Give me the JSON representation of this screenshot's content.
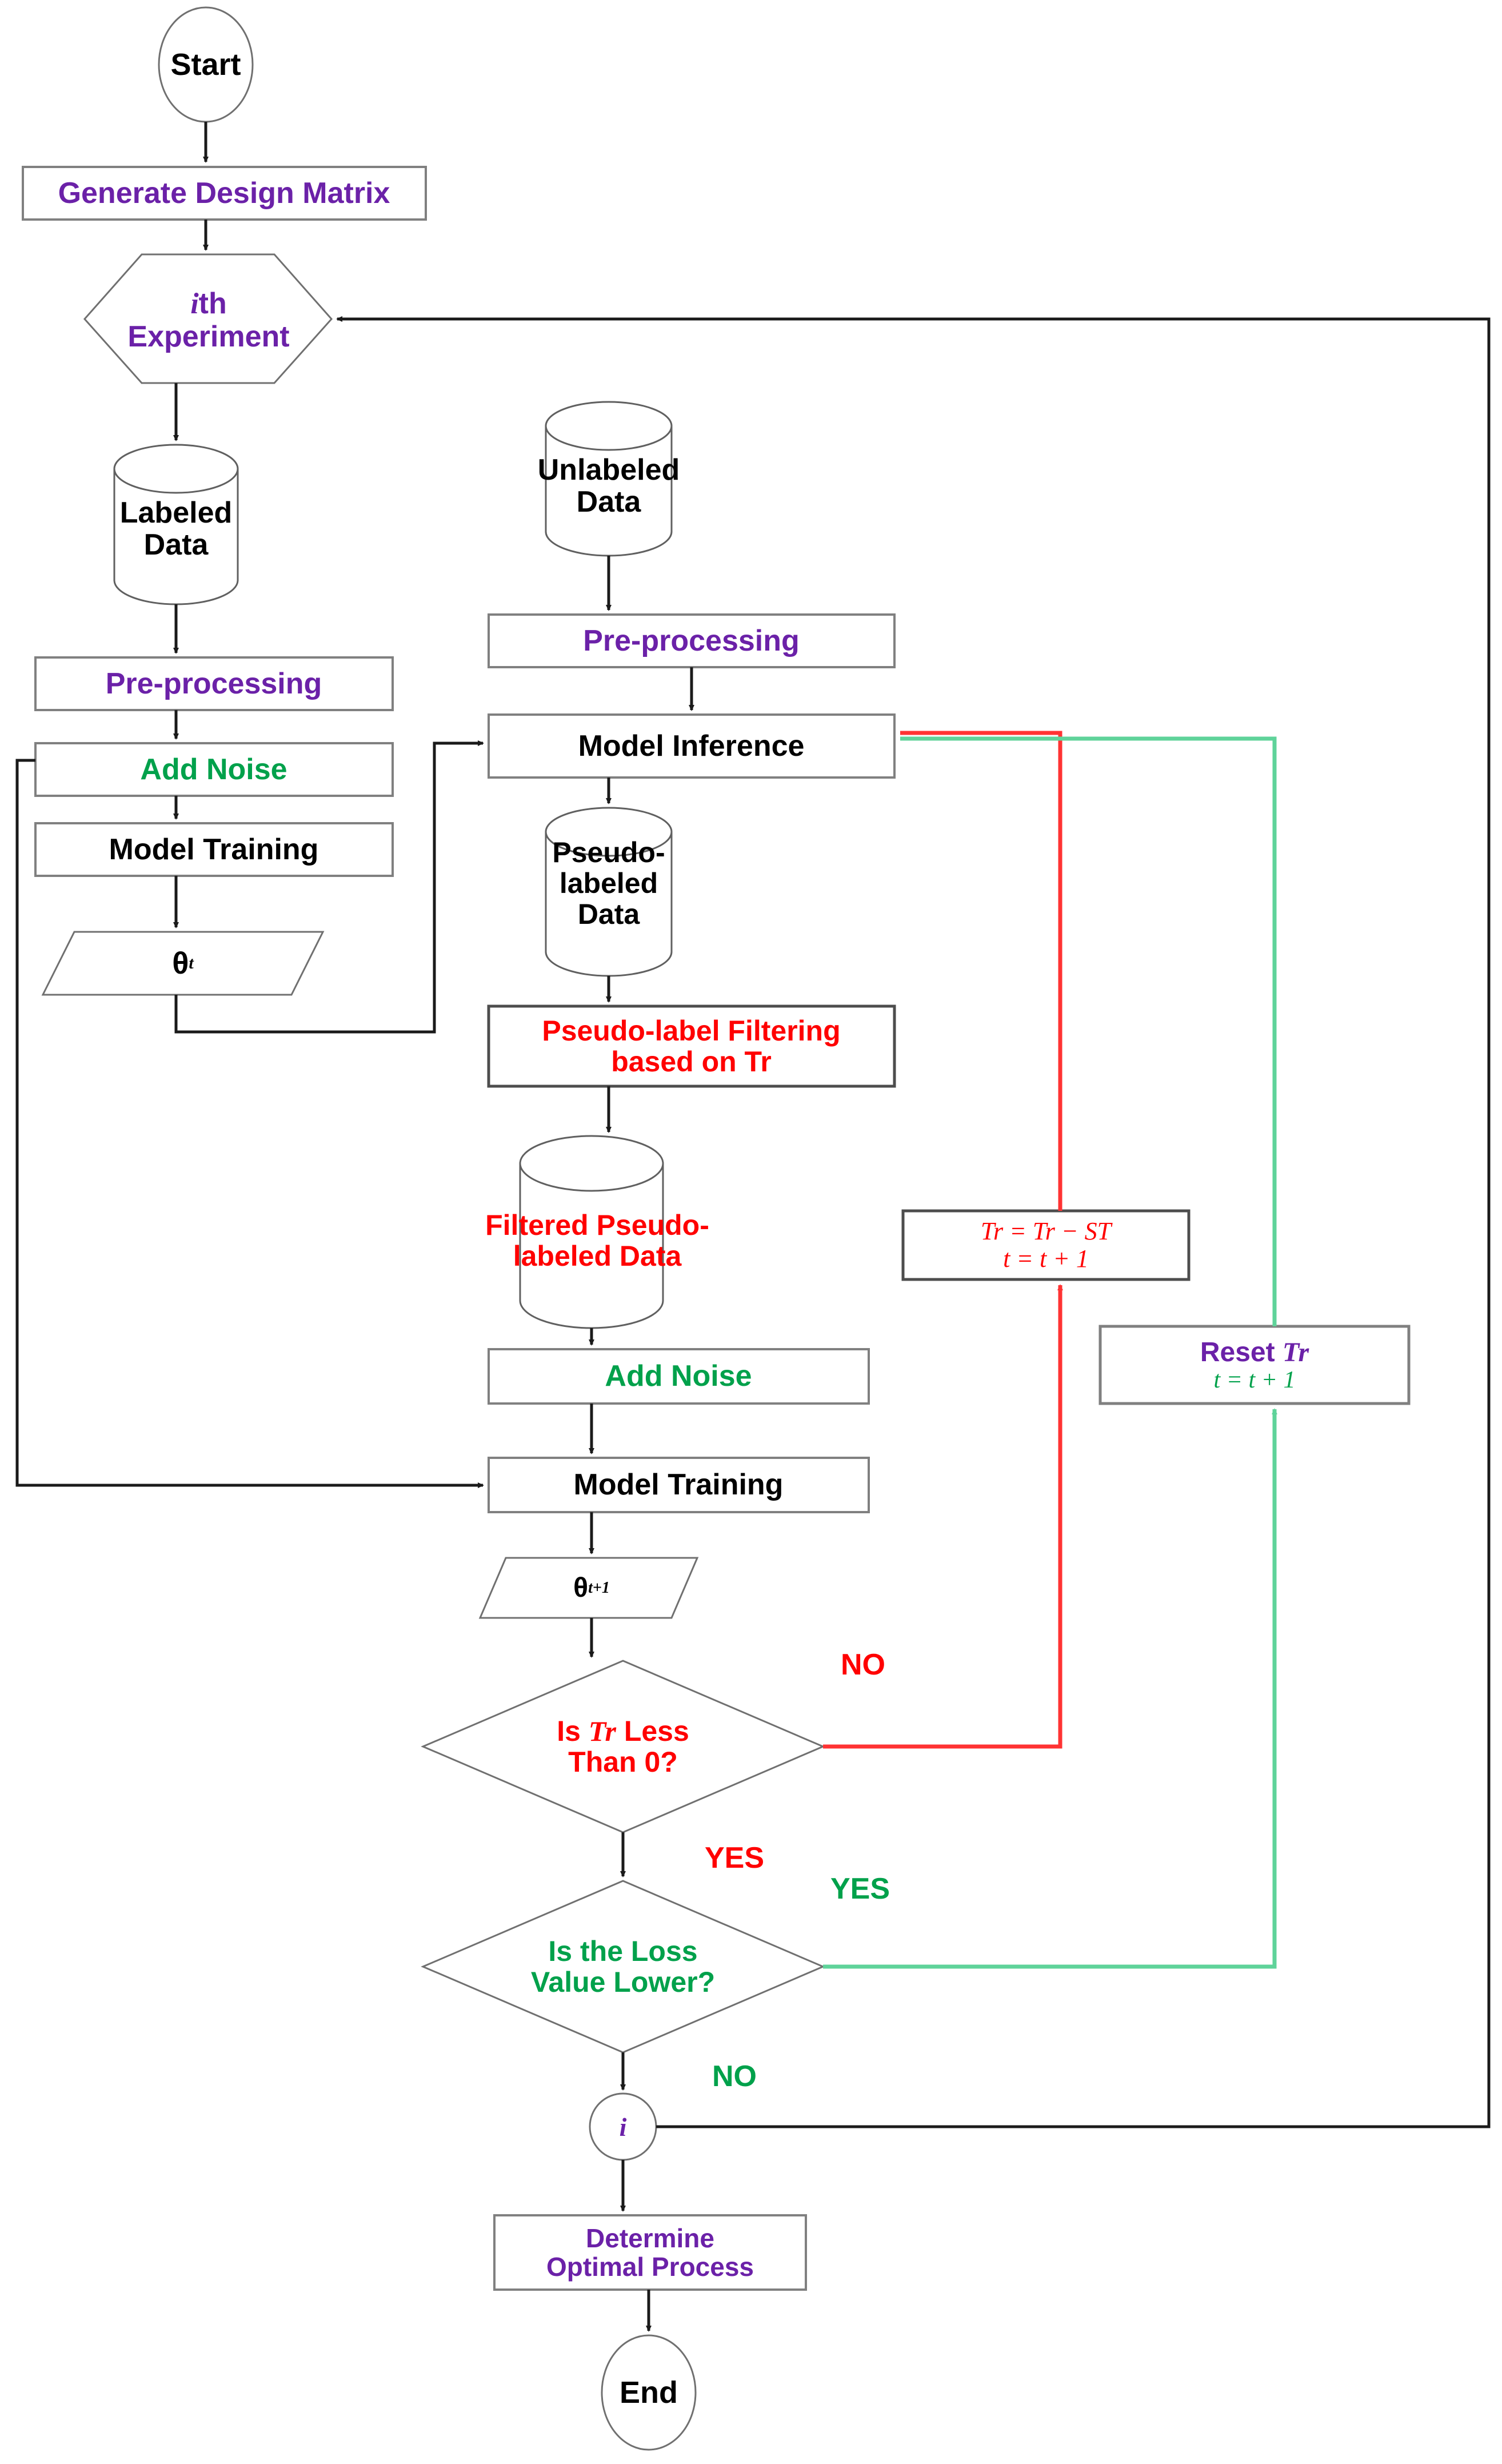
{
  "diagram": {
    "title": "Semi-supervised self-training experiment flowchart",
    "colors": {
      "purple": "#6b21a8",
      "black": "#000000",
      "red": "#ff0000",
      "green": "#00a14b",
      "red_edge": "#ff3333",
      "green_edge": "#5fd39a",
      "box_stroke": "#808080",
      "arrow": "#1a1a1a"
    },
    "nodes": {
      "start": "Start",
      "generate_design_matrix": "Generate Design Matrix",
      "ith_experiment_line1": "ith",
      "ith_experiment_line2": "Experiment",
      "labeled_data_line1": "Labeled",
      "labeled_data_line2": "Data",
      "preprocessing_left": "Pre-processing",
      "add_noise_left": "Add Noise",
      "model_training_left": "Model Training",
      "theta_t": "θ",
      "theta_t_sup": "t",
      "unlabeled_data_line1": "Unlabeled",
      "unlabeled_data_line2": "Data",
      "preprocessing_mid": "Pre-processing",
      "model_inference": "Model Inference",
      "pseudo_labeled_data_line1": "Pseudo-",
      "pseudo_labeled_data_line2": "labeled",
      "pseudo_labeled_data_line3": "Data",
      "pseudo_label_filtering_line1": "Pseudo-label Filtering",
      "pseudo_label_filtering_line2": "based on Tr",
      "filtered_pseudo_line1": "Filtered Pseudo-",
      "filtered_pseudo_line2": "labeled Data",
      "add_noise_mid": "Add Noise",
      "model_training_mid": "Model Training",
      "theta_t1": "θ",
      "theta_t1_sup": "t+1",
      "decision_tr_line1": "Is Tr Less",
      "decision_tr_line2": "Than 0?",
      "decision_loss_line1": "Is the Loss",
      "decision_loss_line2": "Value Lower?",
      "connector_i": "i",
      "determine_optimal_line1": "Determine",
      "determine_optimal_line2": "Optimal Process",
      "end": "End",
      "tr_update_line1": "Tr = Tr − ST",
      "tr_update_line2": "t = t + 1",
      "reset_tr_line1": "Reset Tr",
      "reset_tr_line2": "t = t + 1"
    },
    "edge_labels": {
      "no_tr": "NO",
      "yes_tr": "YES",
      "yes_loss": "YES",
      "no_loss": "NO"
    }
  }
}
